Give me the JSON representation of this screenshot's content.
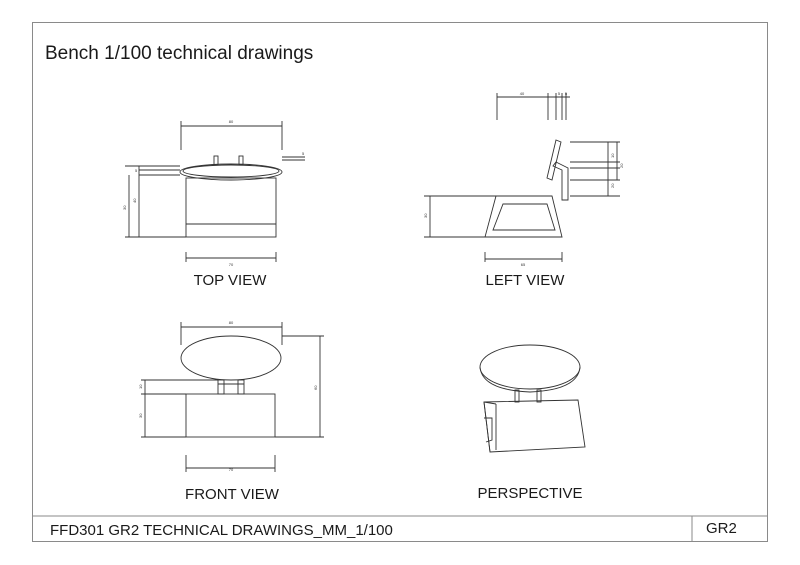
{
  "title": "Bench 1/100 technical drawings",
  "views": {
    "top": {
      "label": "TOP VIEW",
      "dims": [
        "80",
        "5",
        "5",
        "40",
        "30",
        "70"
      ]
    },
    "left": {
      "label": "LEFT VIEW",
      "dims": [
        "40",
        "5",
        "5",
        "10",
        "20",
        "20",
        "30",
        "65"
      ]
    },
    "front": {
      "label": "FRONT VIEW",
      "dims": [
        "80",
        "10",
        "30",
        "60",
        "70"
      ]
    },
    "perspective": {
      "label": "PERSPECTIVE"
    }
  },
  "footer": {
    "text": "FFD301 GR2 TECHNICAL DRAWINGS_MM_1/100",
    "code": "GR2"
  }
}
